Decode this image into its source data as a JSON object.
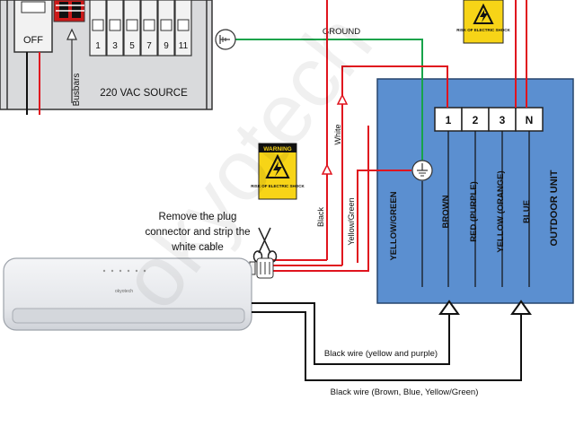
{
  "colors": {
    "panel": "#d9dadc",
    "outdoor_unit": "#5b8fd0",
    "red_wire": "#e0141e",
    "green_wire": "#17a34a",
    "black_wire": "#111111",
    "warning_yellow": "#f7d417"
  },
  "breaker_panel": {
    "switch_label": "OFF",
    "breaker_numbers": [
      "1",
      "3",
      "5",
      "7",
      "9",
      "11"
    ],
    "busbars_label": "Busbars",
    "source_label": "220 VAC SOURCE"
  },
  "warnings": {
    "top": {
      "risk_text": "RISK OF ELECTRIC SHOCK"
    },
    "middle": {
      "title": "WARNING",
      "risk_text": "RISK OF ELECTRIC SHOCK"
    }
  },
  "wire_labels": {
    "ground": "GROUND",
    "white": "White",
    "black": "Black",
    "yellow_green": "Yellow/Green"
  },
  "outdoor_unit": {
    "terminals": [
      "1",
      "2",
      "3",
      "N"
    ],
    "wire_colors": [
      "YELLOW/GREEN",
      "BROWN",
      "RED (PURPLE)",
      "YELLOW (ORANGE)",
      "BLUE"
    ],
    "title": "OUTDOOR UNIT"
  },
  "instruction": {
    "line1": "Remove the plug",
    "line2": "connector and strip the",
    "line3": "white cable"
  },
  "indoor_unit": {
    "brand": "okyotech"
  },
  "cables": {
    "upper": "Black wire (yellow and purple)",
    "lower": "Black wire (Brown, Blue, Yellow/Green)"
  },
  "watermark": "okyotech"
}
